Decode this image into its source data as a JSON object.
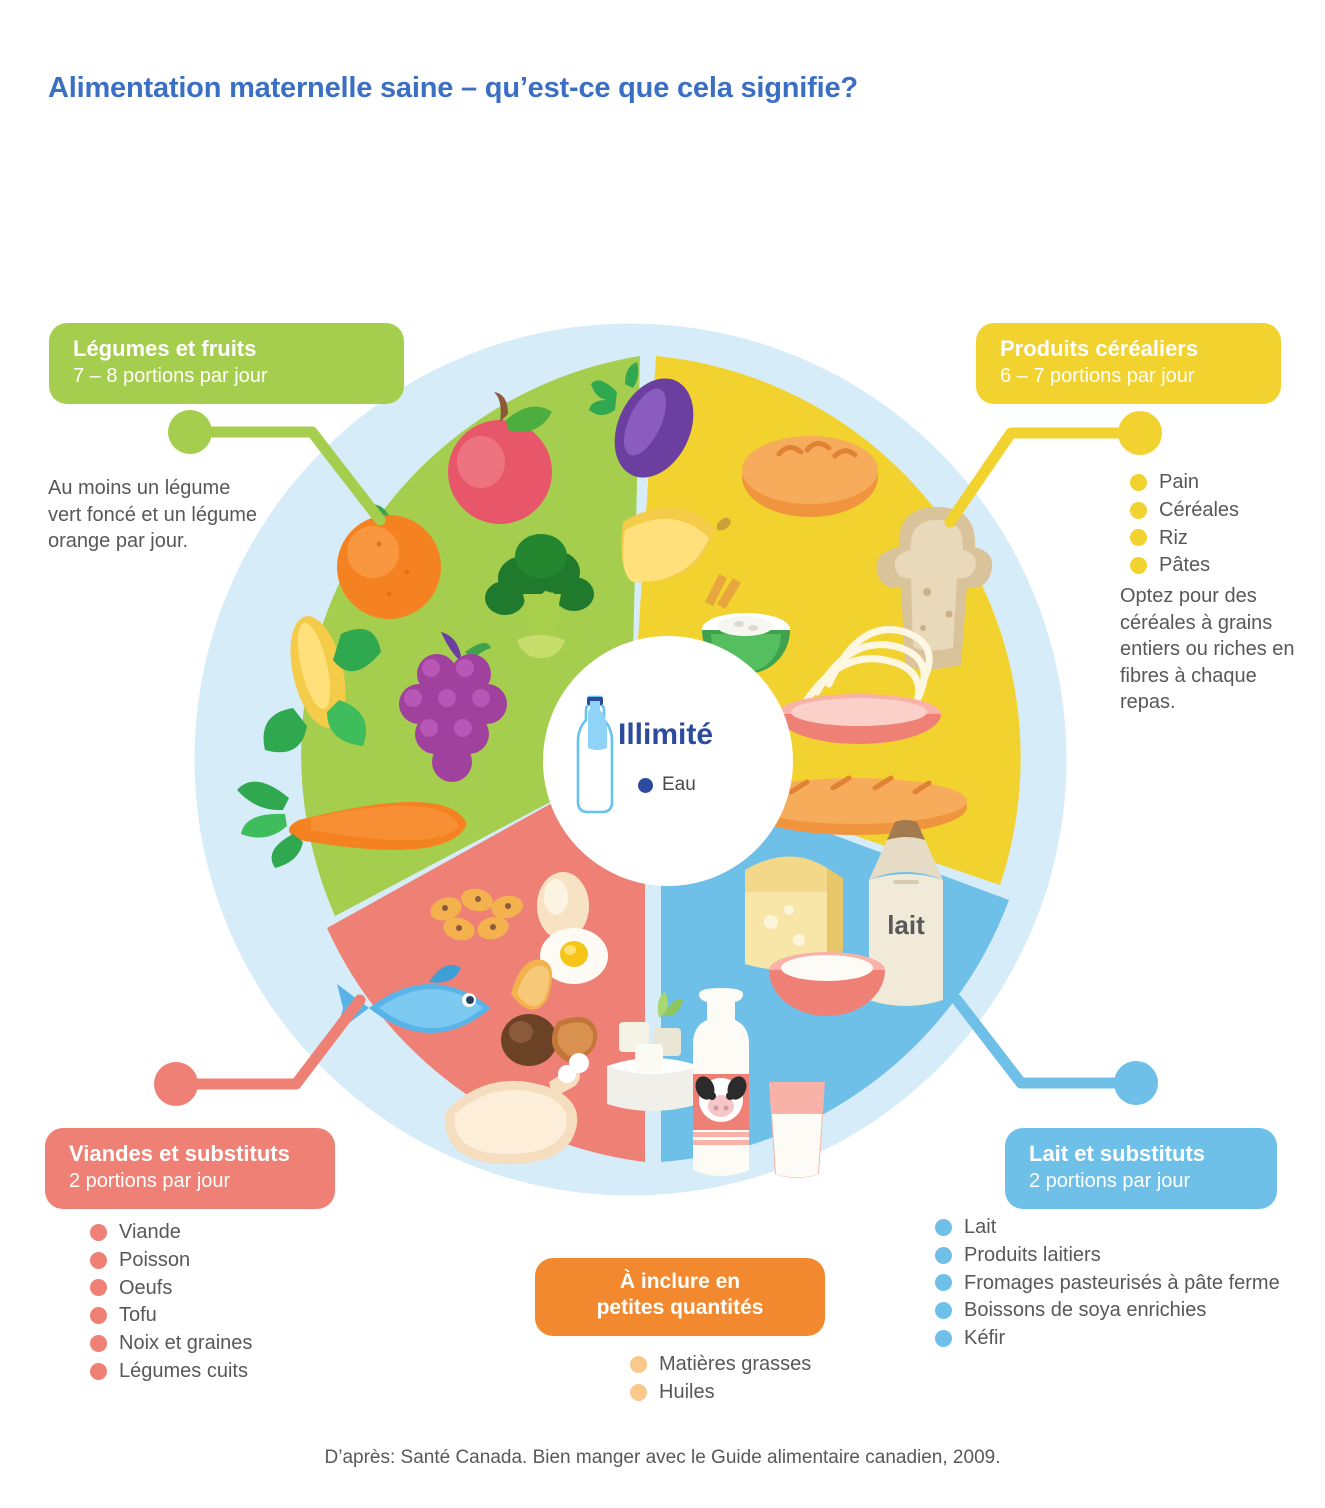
{
  "title": "Alimentation maternelle saine – qu’est-ce que cela signifie?",
  "center": {
    "heading": "Illimité",
    "item": "Eau",
    "icon": "water-bottle-icon"
  },
  "groups": {
    "vegetables": {
      "name": "Légumes et fruits",
      "portions": "7 – 8 portions par jour",
      "color": "#a6ce4e",
      "note": "Au moins un légume vert foncé et un légume orange par jour.",
      "foods": [
        "apple-icon",
        "eggplant-icon",
        "banana-icon",
        "orange-icon",
        "broccoli-icon",
        "corn-icon",
        "grapes-icon",
        "carrot-icon"
      ]
    },
    "grains": {
      "name": "Produits céréaliers",
      "portions": "6 – 7 portions par jour",
      "color": "#f2d22e",
      "items": [
        "Pain",
        "Céréales",
        "Riz",
        "Pâtes"
      ],
      "note": "Optez pour des céréales à grains entiers ou riches en fibres à chaque repas.",
      "foods": [
        "bread-loaf-icon",
        "bread-slice-icon",
        "rice-bowl-icon",
        "spaghetti-icon",
        "baguette-icon"
      ]
    },
    "meat": {
      "name": "Viandes et substituts",
      "portions": "2 portions par jour",
      "color": "#ef8075",
      "items": [
        "Viande",
        "Poisson",
        "Oeufs",
        "Tofu",
        "Noix et graines",
        "Légumes cuits"
      ],
      "foods": [
        "beans-icon",
        "egg-icon",
        "fish-icon",
        "nuts-icon",
        "tofu-icon",
        "chicken-icon"
      ]
    },
    "milk": {
      "name": "Lait et substituts",
      "portions": "2 portions par jour",
      "color": "#6fc0e8",
      "items": [
        "Lait",
        "Produits laitiers",
        "Fromages pasteurisés à pâte ferme",
        "Boissons de soya enrichies",
        "Kéfir"
      ],
      "foods": [
        "cheese-icon",
        "milk-carton-icon",
        "yogurt-bowl-icon",
        "milk-bottle-icon",
        "milk-glass-icon"
      ],
      "carton_label": "lait"
    },
    "fats": {
      "name_line1": "À inclure en",
      "name_line2": "petites quantités",
      "color": "#f2892f",
      "items": [
        "Matières grasses",
        "Huiles"
      ],
      "bullet_color": "#f8c98a"
    }
  },
  "chart_data": {
    "type": "pie",
    "title": "Alimentation maternelle saine – qu’est-ce que cela signifie?",
    "categories": [
      "Légumes et fruits",
      "Produits céréaliers",
      "Lait et substituts",
      "Viandes et substituts"
    ],
    "values": [
      35,
      27,
      19,
      19
    ],
    "colors": [
      "#a6ce4e",
      "#f2d22e",
      "#6fc0e8",
      "#ef8075"
    ],
    "labels": [
      "7 – 8 portions par jour",
      "6 – 7 portions par jour",
      "2 portions par jour",
      "2 portions par jour"
    ],
    "center_label": "Illimité",
    "center_item": "Eau",
    "legend": "callout boxes around the ring",
    "ring_color": "#d6ecf8",
    "grid": false
  },
  "footer": "D’après: Santé Canada. Bien manger avec le Guide alimentaire canadien, 2009."
}
